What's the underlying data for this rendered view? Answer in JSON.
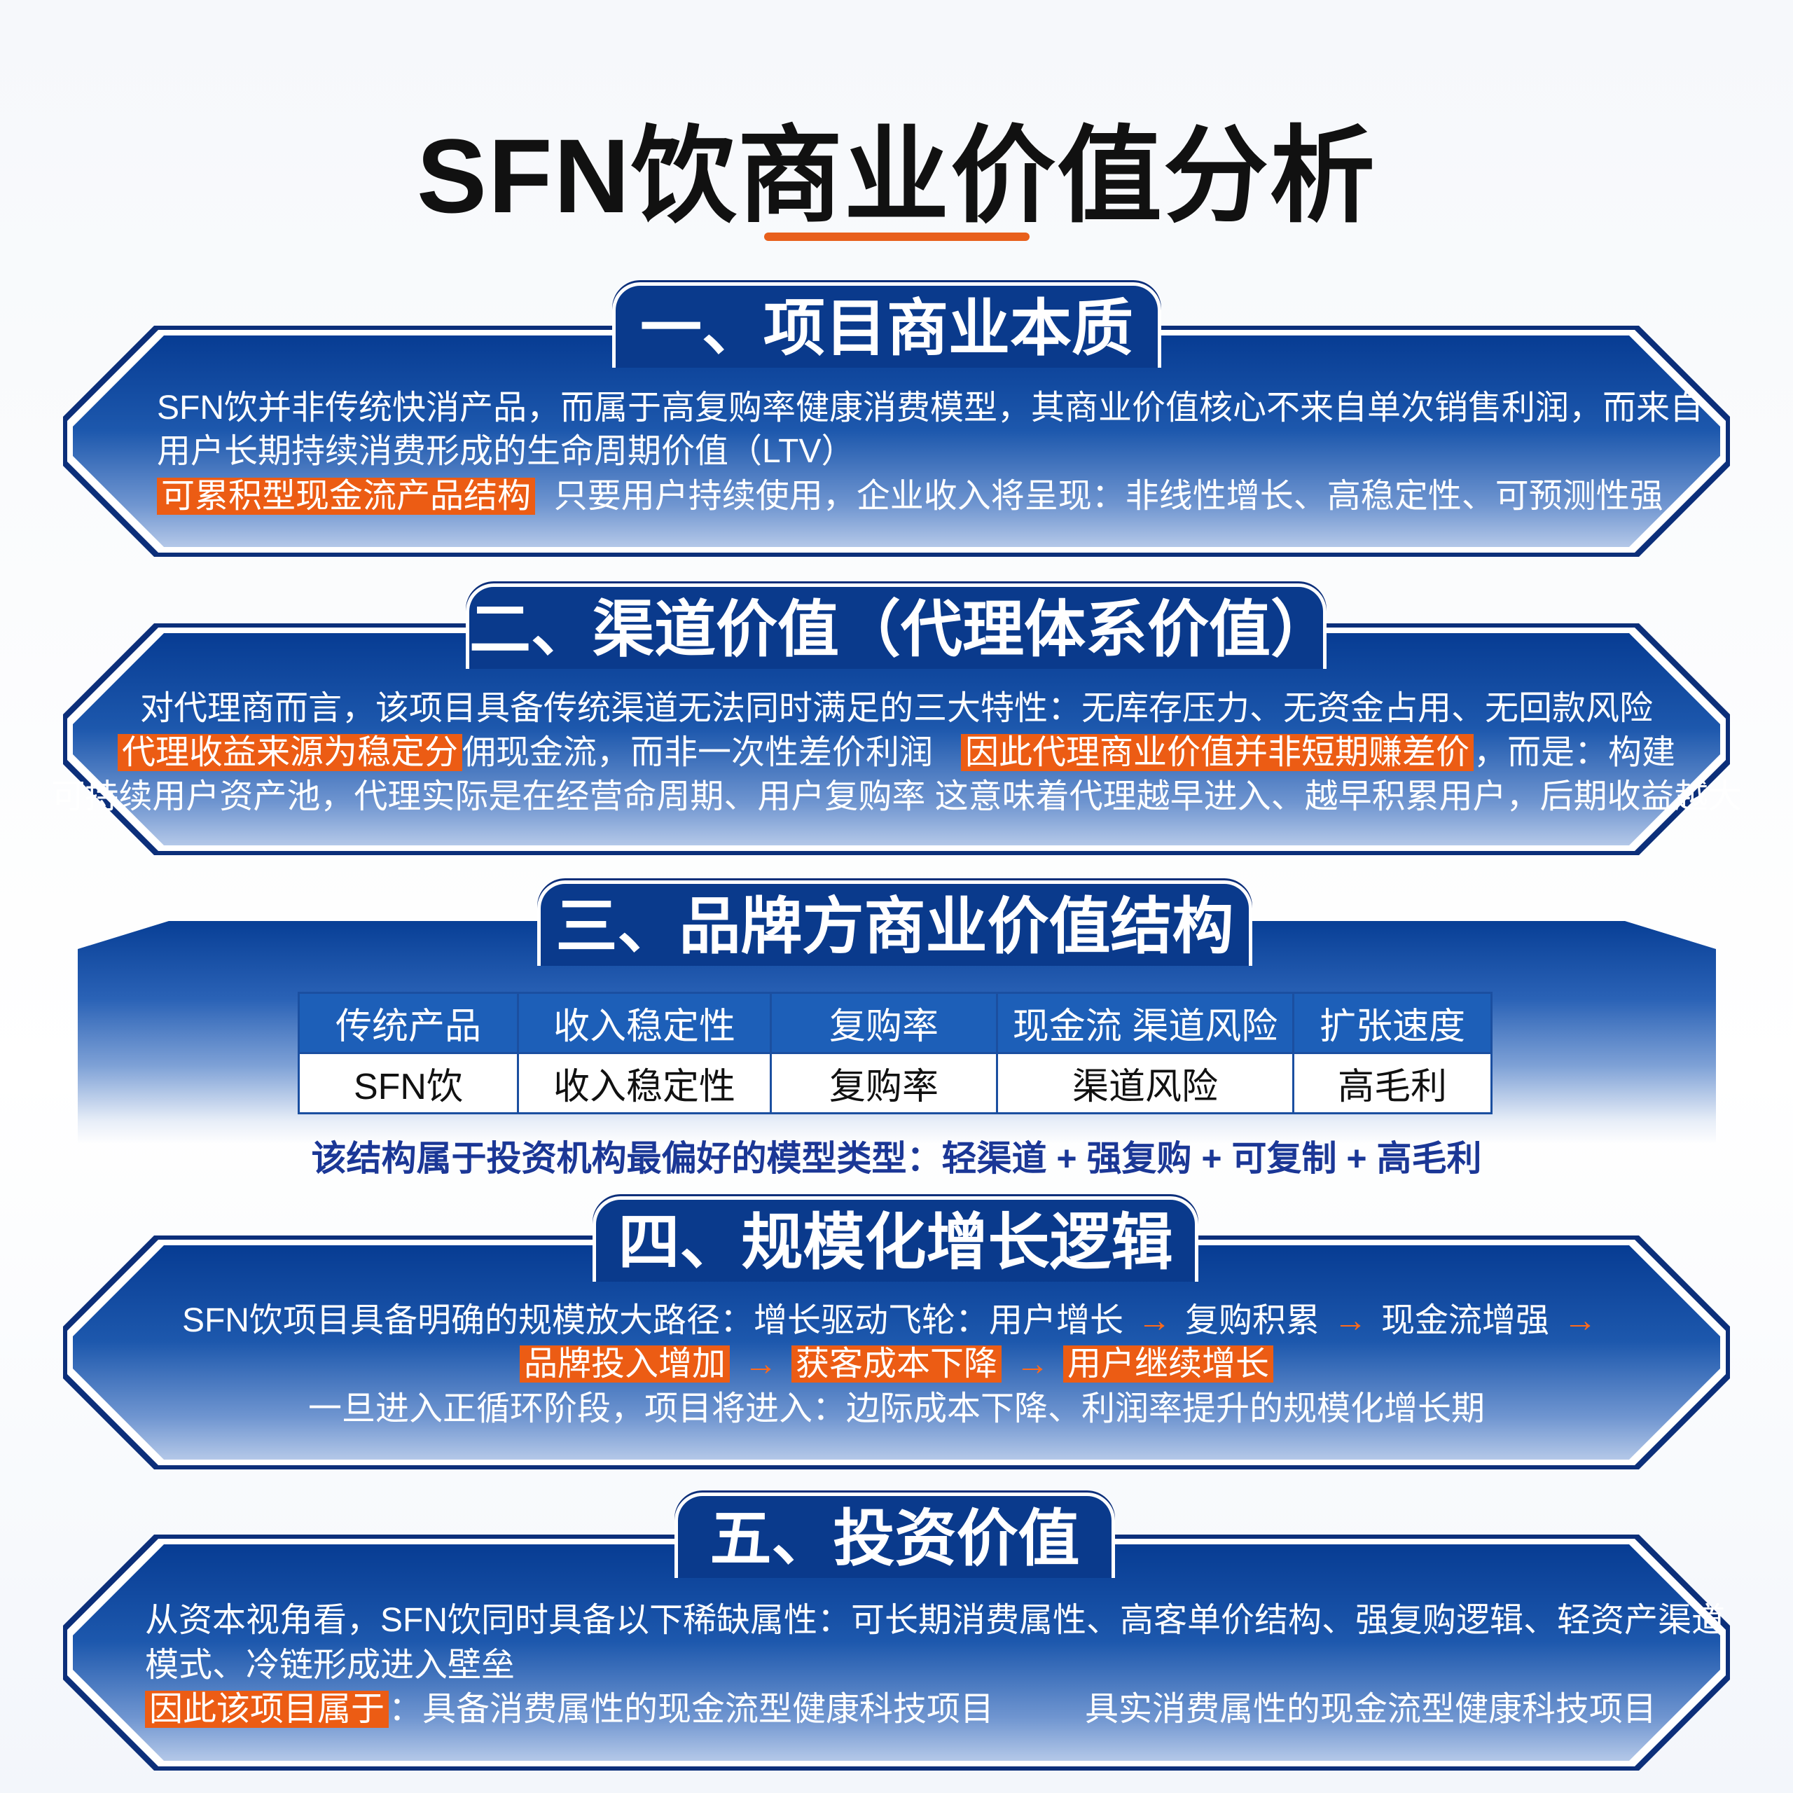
{
  "title": "SFN饮商业价值分析",
  "colors": {
    "accent": "#e8601c",
    "navy": "#0a3a8c",
    "highlight": "#ec5c14"
  },
  "sections": [
    {
      "heading": "一、项目商业本质",
      "lines": [
        "SFN饮并非传统快消产品，而属于高复购率健康消费模型，其商业价值核心不来自单次销售利润，而来自",
        "用户长期持续消费形成的生命周期价值（LTV）"
      ],
      "highlight": "可累积型现金流产品结构",
      "after_highlight": "只要用户持续使用，企业收入将呈现：非线性增长、高稳定性、可预测性强"
    },
    {
      "heading": "二、渠道价值（代理体系价值）",
      "line1": "对代理商而言，该项目具备传统渠道无法同时满足的三大特性：无库存压力、无资金占用、无回款风险",
      "hl1": "代理收益来源为稳定分",
      "mid": "佣现金流，而非一次性差价利润",
      "hl2": "因此代理商业价值并非短期赚差价",
      "end": "，而是：构建",
      "line3": "可持续用户资产池，代理实际是在经营命周期、用户复购率 这意味着代理越早进入、越早积累用户，后期收益越大"
    },
    {
      "heading": "三、品牌方商业价值结构",
      "table": {
        "header": [
          "传统产品",
          "收入稳定性",
          "复购率",
          "现金流  渠道风险",
          "扩张速度"
        ],
        "row": [
          "SFN饮",
          "收入稳定性",
          "复购率",
          "渠道风险",
          "高毛利"
        ]
      },
      "caption": "该结构属于投资机构最偏好的模型类型：轻渠道 + 强复购 + 可复制 + 高毛利"
    },
    {
      "heading": "四、规模化增长逻辑",
      "line1": "SFN饮项目具备明确的规模放大路径：增长驱动飞轮：用户增长",
      "flow1": [
        "复购积累",
        "现金流增强"
      ],
      "flow2": [
        "品牌投入增加",
        "获客成本下降",
        "用户继续增长"
      ],
      "line3": "一旦进入正循环阶段，项目将进入：边际成本下降、利润率提升的规模化增长期",
      "arrow": "→"
    },
    {
      "heading": "五、投资价值",
      "lines": [
        "从资本视角看，SFN饮同时具备以下稀缺属性：可长期消费属性、高客单价结构、强复购逻辑、轻资产渠道",
        "模式、冷链形成进入壁垒"
      ],
      "highlight": "因此该项目属于",
      "after_highlight": "：具备消费属性的现金流型健康科技项目",
      "extra": "具实消费属性的现金流型健康科技项目"
    }
  ]
}
